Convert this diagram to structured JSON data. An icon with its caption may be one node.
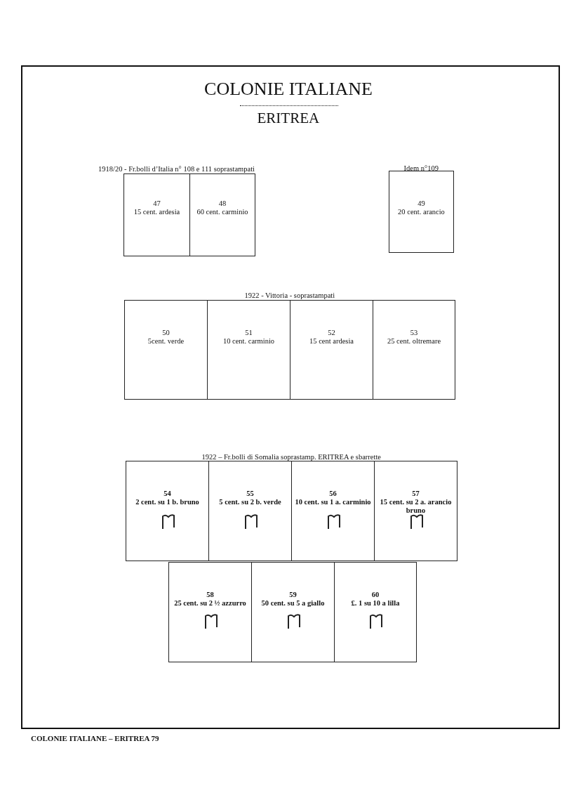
{
  "diagram": {
    "title": "COLONIE ITALIANE",
    "nodes": [
      {
        "text": [
          "47",
          "15 cent. ardesia"
        ]
      },
      {
        "text": [
          "48",
          "60 cent. carminio"
        ]
      },
      {
        "text": [
          "49",
          "20 cent. arancio"
        ]
      },
      {
        "text": [
          "50",
          "5cent. verde"
        ]
      },
      {
        "text": [
          "51",
          "10 cent. carminio"
        ]
      },
      {
        "text": [
          "52",
          "15 cent ardesia"
        ]
      },
      {
        "text": [
          "53",
          "25 cent. oltremare"
        ]
      },
      {
        "text": [
          "54",
          "2 cent. su 1 b. bruno"
        ]
      },
      {
        "text": [
          "55",
          "5 cent. su 2 b. verde"
        ]
      },
      {
        "text": [
          "56",
          "10 cent. su 1 a. carminio"
        ]
      },
      {
        "text": [
          "57",
          "15 cent. su 2 a. arancio bruno"
        ]
      },
      {
        "text": [
          "58",
          "25 cent. su 2 ½ azzurro"
        ]
      },
      {
        "text": [
          "59",
          "50 cent. su 5 a giallo"
        ]
      },
      {
        "text": [
          "60",
          "£. 1 su 10 a lilla"
        ]
      }
    ],
    "labels": [
      "ERITREA",
      "1918/20 - Fr.bolli d’Italia n° 108 e 111 soprastampati",
      "Idem n°109",
      "1922 - Vittoria - soprastampati",
      "1922 – Fr.bolli di Somalia soprastamp. ERITREA e sbarrette",
      "COLONIE ITALIANE – ERITREA 79"
    ]
  }
}
